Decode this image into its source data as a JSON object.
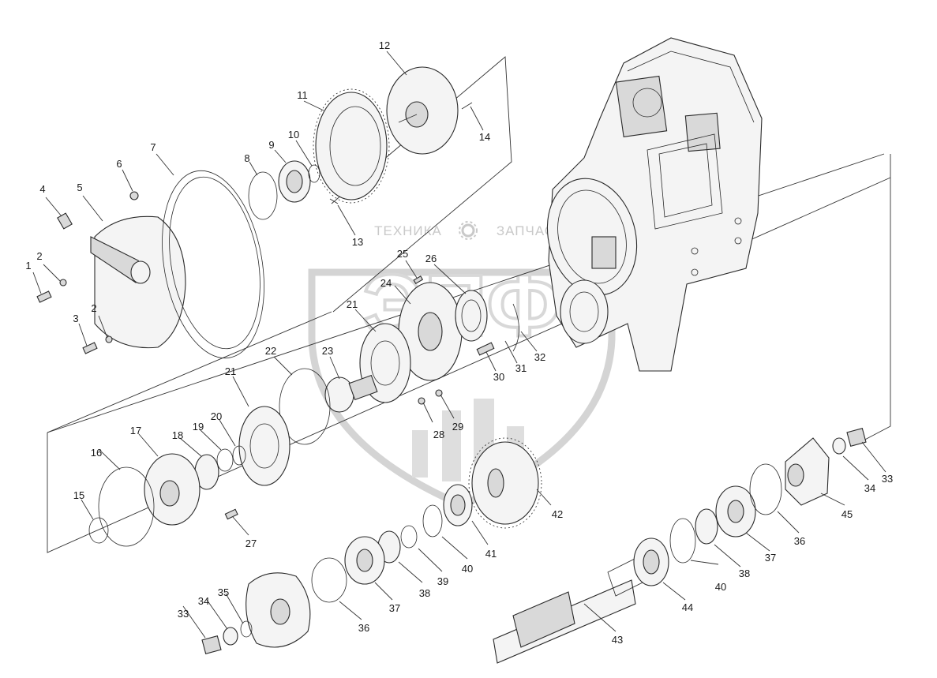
{
  "watermark": {
    "left_word": "ТЕХНИКА",
    "right_word": "ЗАПЧАСТИ",
    "emblem": "ЭПФ",
    "emblem_color": "#d2d2d2",
    "gear_icon": "gear-icon"
  },
  "callouts": [
    {
      "id": "c1",
      "text": "1"
    },
    {
      "id": "c2a",
      "text": "2"
    },
    {
      "id": "c2b",
      "text": "2"
    },
    {
      "id": "c3",
      "text": "3"
    },
    {
      "id": "c4",
      "text": "4"
    },
    {
      "id": "c5",
      "text": "5"
    },
    {
      "id": "c6",
      "text": "6"
    },
    {
      "id": "c7",
      "text": "7"
    },
    {
      "id": "c8",
      "text": "8"
    },
    {
      "id": "c9",
      "text": "9"
    },
    {
      "id": "c10",
      "text": "10"
    },
    {
      "id": "c11",
      "text": "11"
    },
    {
      "id": "c12",
      "text": "12"
    },
    {
      "id": "c13",
      "text": "13"
    },
    {
      "id": "c14",
      "text": "14"
    },
    {
      "id": "c15",
      "text": "15"
    },
    {
      "id": "c16",
      "text": "16"
    },
    {
      "id": "c17",
      "text": "17"
    },
    {
      "id": "c18",
      "text": "18"
    },
    {
      "id": "c19",
      "text": "19"
    },
    {
      "id": "c20",
      "text": "20"
    },
    {
      "id": "c21a",
      "text": "21"
    },
    {
      "id": "c21b",
      "text": "21"
    },
    {
      "id": "c22",
      "text": "22"
    },
    {
      "id": "c23",
      "text": "23"
    },
    {
      "id": "c24",
      "text": "24"
    },
    {
      "id": "c25",
      "text": "25"
    },
    {
      "id": "c26",
      "text": "26"
    },
    {
      "id": "c27",
      "text": "27"
    },
    {
      "id": "c28",
      "text": "28"
    },
    {
      "id": "c29",
      "text": "29"
    },
    {
      "id": "c30",
      "text": "30"
    },
    {
      "id": "c31",
      "text": "31"
    },
    {
      "id": "c32",
      "text": "32"
    },
    {
      "id": "c33a",
      "text": "33"
    },
    {
      "id": "c33b",
      "text": "33"
    },
    {
      "id": "c34a",
      "text": "34"
    },
    {
      "id": "c34b",
      "text": "34"
    },
    {
      "id": "c35",
      "text": "35"
    },
    {
      "id": "c36a",
      "text": "36"
    },
    {
      "id": "c36b",
      "text": "36"
    },
    {
      "id": "c37a",
      "text": "37"
    },
    {
      "id": "c37b",
      "text": "37"
    },
    {
      "id": "c38a",
      "text": "38"
    },
    {
      "id": "c38b",
      "text": "38"
    },
    {
      "id": "c39",
      "text": "39"
    },
    {
      "id": "c40a",
      "text": "40"
    },
    {
      "id": "c40b",
      "text": "40"
    },
    {
      "id": "c41",
      "text": "41"
    },
    {
      "id": "c42",
      "text": "42"
    },
    {
      "id": "c43",
      "text": "43"
    },
    {
      "id": "c44",
      "text": "44"
    },
    {
      "id": "c45",
      "text": "45"
    }
  ]
}
